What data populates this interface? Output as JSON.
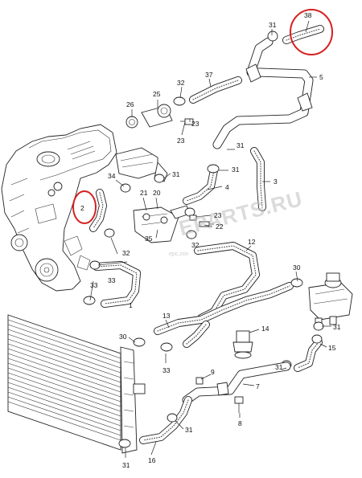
{
  "callouts": {
    "c38": "38",
    "c31a": "31",
    "c5": "5",
    "c37": "37",
    "c32a": "32",
    "c25": "25",
    "c26": "26",
    "c23a": "23",
    "c23b": "23",
    "c31b": "31",
    "c3": "3",
    "c31c": "31",
    "c4": "4",
    "c34": "34",
    "c21": "21",
    "c20": "20",
    "c2": "2",
    "c22": "22",
    "c23c": "23",
    "c35": "35",
    "c32b": "32",
    "c12": "12",
    "c32c": "32",
    "c33a": "33",
    "c33b": "33",
    "c1": "1",
    "c30a": "30",
    "c13": "13",
    "c14": "14",
    "c31d": "31",
    "c15": "15",
    "c31e": "31",
    "c30b": "30",
    "c33c": "33",
    "c9": "9",
    "c31f": "31",
    "c7": "7",
    "c8": "8",
    "c31g": "31",
    "c31h": "31",
    "c16": "16"
  },
  "watermark": {
    "text": "EPARTS.RU",
    "small": "epc.zon"
  },
  "highlight_color": "#d62020"
}
